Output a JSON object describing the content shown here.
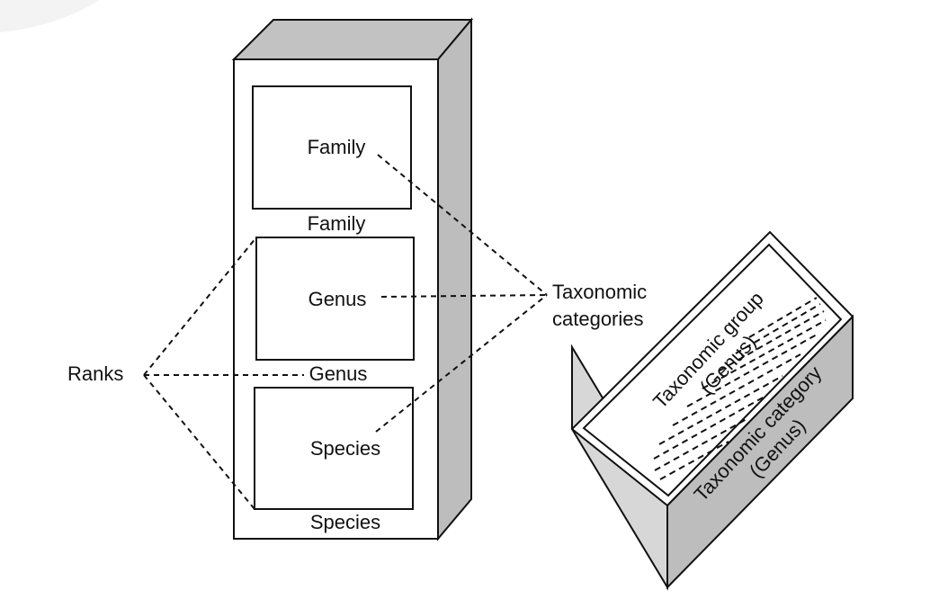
{
  "colors": {
    "ink": "#111111",
    "top_face": "#c2c2c2",
    "side_face": "#bdbdbd",
    "front_face": "#d7d7d7",
    "background": "#ffffff"
  },
  "tall_box": {
    "boxes": [
      {
        "inner_label": "Family",
        "rank_label": "Family"
      },
      {
        "inner_label": "Genus",
        "rank_label": "Genus"
      },
      {
        "inner_label": "Species",
        "rank_label": "Species"
      }
    ]
  },
  "ranks_label": "Ranks",
  "taxonomic_categories_label": [
    "Taxonomic",
    "categories"
  ],
  "block": {
    "group_label": [
      "Taxonomic group",
      "(Genus)"
    ],
    "category_label": [
      "Taxonomic category",
      "(Genus)"
    ]
  }
}
